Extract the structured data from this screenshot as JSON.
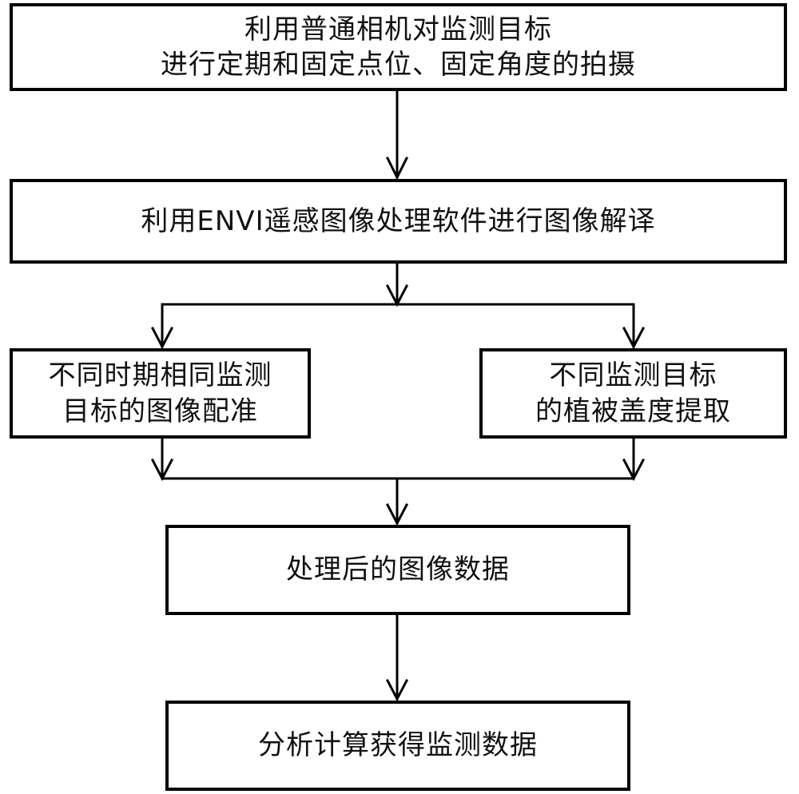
{
  "flowchart": {
    "step1": {
      "line1": "利用普通相机对监测目标",
      "line2": "进行定期和固定点位、固定角度的拍摄"
    },
    "step2": {
      "line1": "利用ENVI遥感图像处理软件进行图像解译"
    },
    "step3a": {
      "line1": "不同时期相同监测",
      "line2": "目标的图像配准"
    },
    "step3b": {
      "line1": "不同监测目标",
      "line2": "的植被盖度提取"
    },
    "step4": {
      "line1": "处理后的图像数据"
    },
    "step5": {
      "line1": "分析计算获得监测数据"
    }
  }
}
